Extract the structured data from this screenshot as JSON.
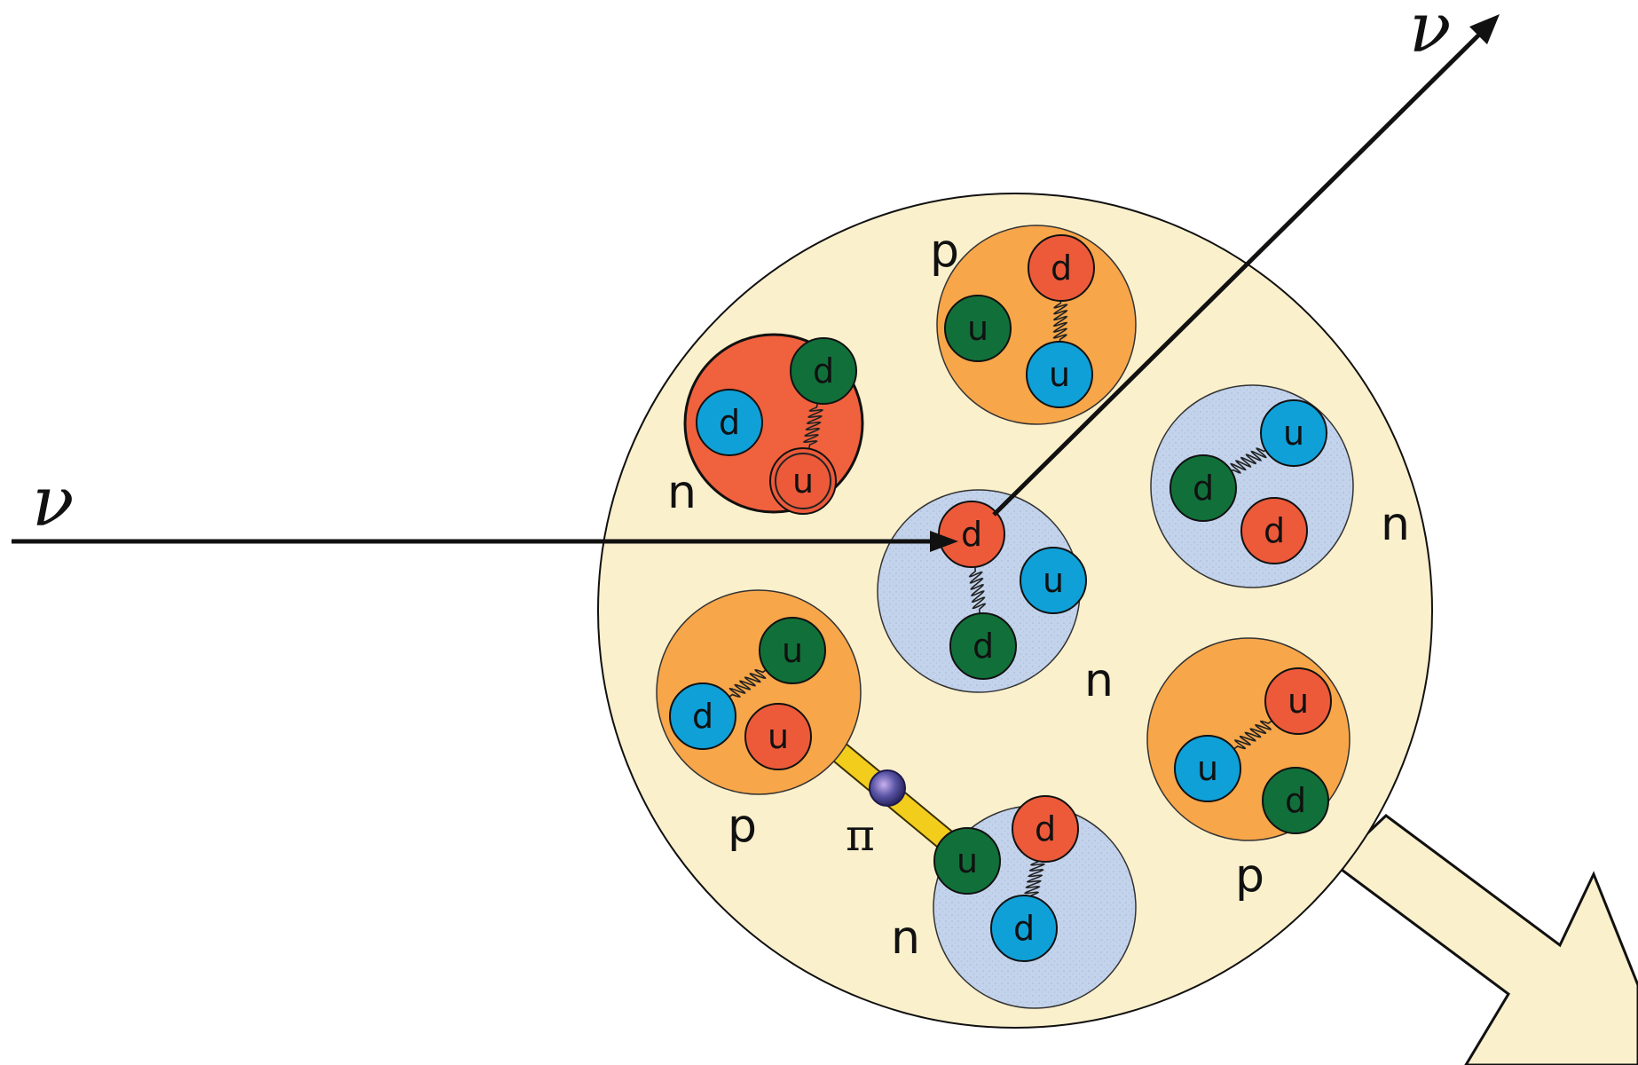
{
  "neutrino": {
    "incoming": "ν",
    "outgoing": "ν"
  },
  "pion": "π",
  "colors": {
    "nucleus": "#fbf0cc",
    "proton": "#f7a64a",
    "neutron": "#c3d3ec",
    "struck_neutron": "#f0613e",
    "quark_red": "#ec5a3a",
    "quark_green": "#11703a",
    "quark_blue": "#0fa0d8",
    "pion_bond": "#f2cd1c",
    "pion": "#5a55a5"
  },
  "nucleons": [
    {
      "id": "top-proton",
      "label": "p",
      "type": "proton",
      "quarks": [
        {
          "flavor": "d",
          "color": "red"
        },
        {
          "flavor": "u",
          "color": "green"
        },
        {
          "flavor": "u",
          "color": "blue"
        }
      ]
    },
    {
      "id": "upper-left-neutron",
      "label": "n",
      "type": "struck_neutron",
      "quarks": [
        {
          "flavor": "d",
          "color": "green"
        },
        {
          "flavor": "d",
          "color": "blue"
        },
        {
          "flavor": "u",
          "color": "red"
        }
      ]
    },
    {
      "id": "center-neutron",
      "label": "n",
      "type": "neutron",
      "quarks": [
        {
          "flavor": "d",
          "color": "red"
        },
        {
          "flavor": "u",
          "color": "blue"
        },
        {
          "flavor": "d",
          "color": "green"
        }
      ]
    },
    {
      "id": "right-neutron",
      "label": "n",
      "type": "neutron",
      "quarks": [
        {
          "flavor": "u",
          "color": "blue"
        },
        {
          "flavor": "d",
          "color": "green"
        },
        {
          "flavor": "d",
          "color": "red"
        }
      ]
    },
    {
      "id": "lower-left-proton",
      "label": "p",
      "type": "proton",
      "quarks": [
        {
          "flavor": "u",
          "color": "green"
        },
        {
          "flavor": "d",
          "color": "blue"
        },
        {
          "flavor": "u",
          "color": "red"
        }
      ]
    },
    {
      "id": "lower-right-proton",
      "label": "p",
      "type": "proton",
      "quarks": [
        {
          "flavor": "u",
          "color": "red"
        },
        {
          "flavor": "u",
          "color": "blue"
        },
        {
          "flavor": "d",
          "color": "green"
        }
      ]
    },
    {
      "id": "bottom-neutron",
      "label": "n",
      "type": "neutron",
      "quarks": [
        {
          "flavor": "d",
          "color": "red"
        },
        {
          "flavor": "u",
          "color": "green"
        },
        {
          "flavor": "d",
          "color": "blue"
        }
      ]
    }
  ]
}
